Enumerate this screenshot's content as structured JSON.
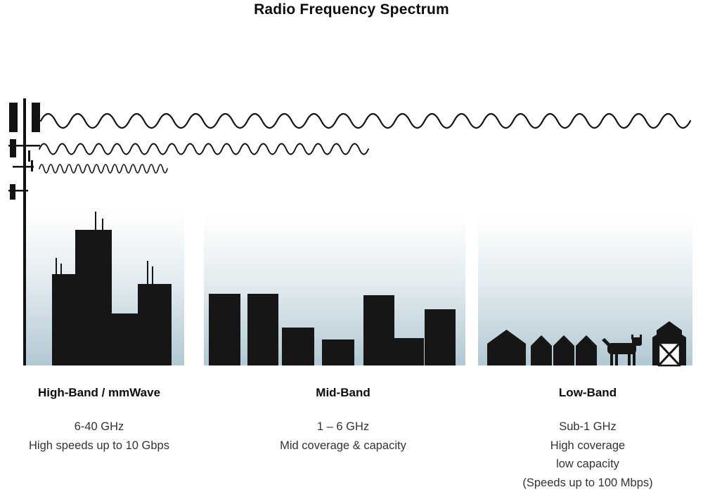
{
  "title": "Radio Frequency Spectrum",
  "bands": [
    {
      "id": "high-band",
      "heading": "High-Band / mmWave",
      "lines": [
        "6-40 GHz",
        "High speeds up to 10 Gbps"
      ]
    },
    {
      "id": "mid-band",
      "heading": "Mid-Band",
      "lines": [
        "1 – 6 GHz",
        "Mid coverage & capacity"
      ]
    },
    {
      "id": "low-band",
      "heading": "Low-Band",
      "lines": [
        "Sub-1 GHz",
        "High coverage",
        "low capacity",
        "(Speeds up to 100 Mbps)"
      ]
    }
  ],
  "colors": {
    "ink": "#121212",
    "panel_gradient_top": "#ffffff",
    "panel_gradient_mid": "#e3ecf0",
    "panel_gradient_bottom": "#b2c8d3"
  },
  "icons": {
    "cell_tower": "cell-tower-icon",
    "long_wavelength_wave": "low-band-wave-icon",
    "medium_wavelength_wave": "mid-band-wave-icon",
    "short_wavelength_wave": "high-band-wave-icon",
    "city_buildings": "city-skyline-icon",
    "town_buildings": "town-skyline-icon",
    "house": "house-icon",
    "cow": "cow-icon",
    "barn": "barn-icon"
  }
}
